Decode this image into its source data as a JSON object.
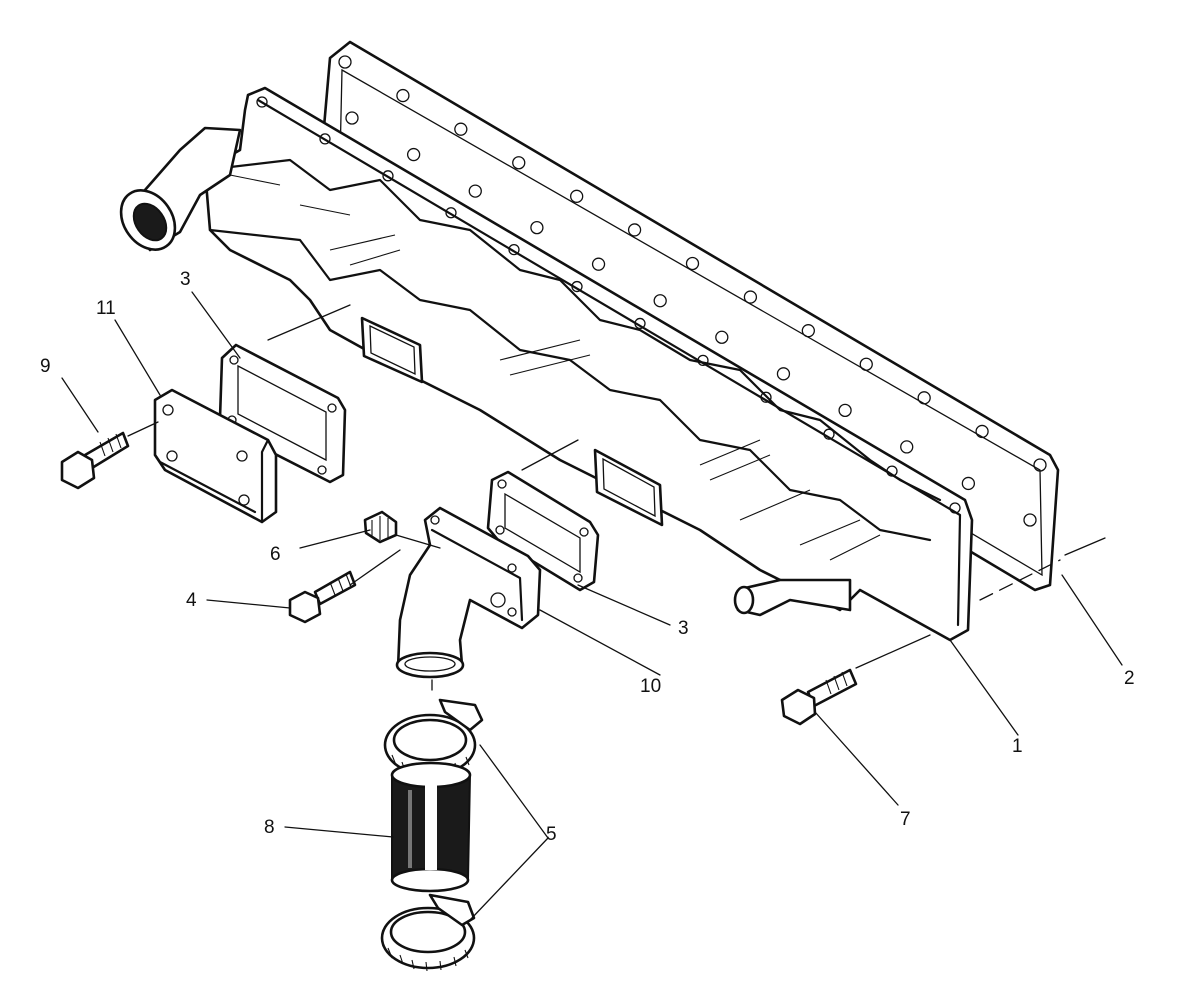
{
  "labels": {
    "l1": "1",
    "l2": "2",
    "l3a": "3",
    "l3b": "3",
    "l4": "4",
    "l5a": "5",
    "l5b": "5",
    "l6": "6",
    "l7": "7",
    "l8": "8",
    "l9": "9",
    "l10": "10",
    "l11": "11"
  }
}
